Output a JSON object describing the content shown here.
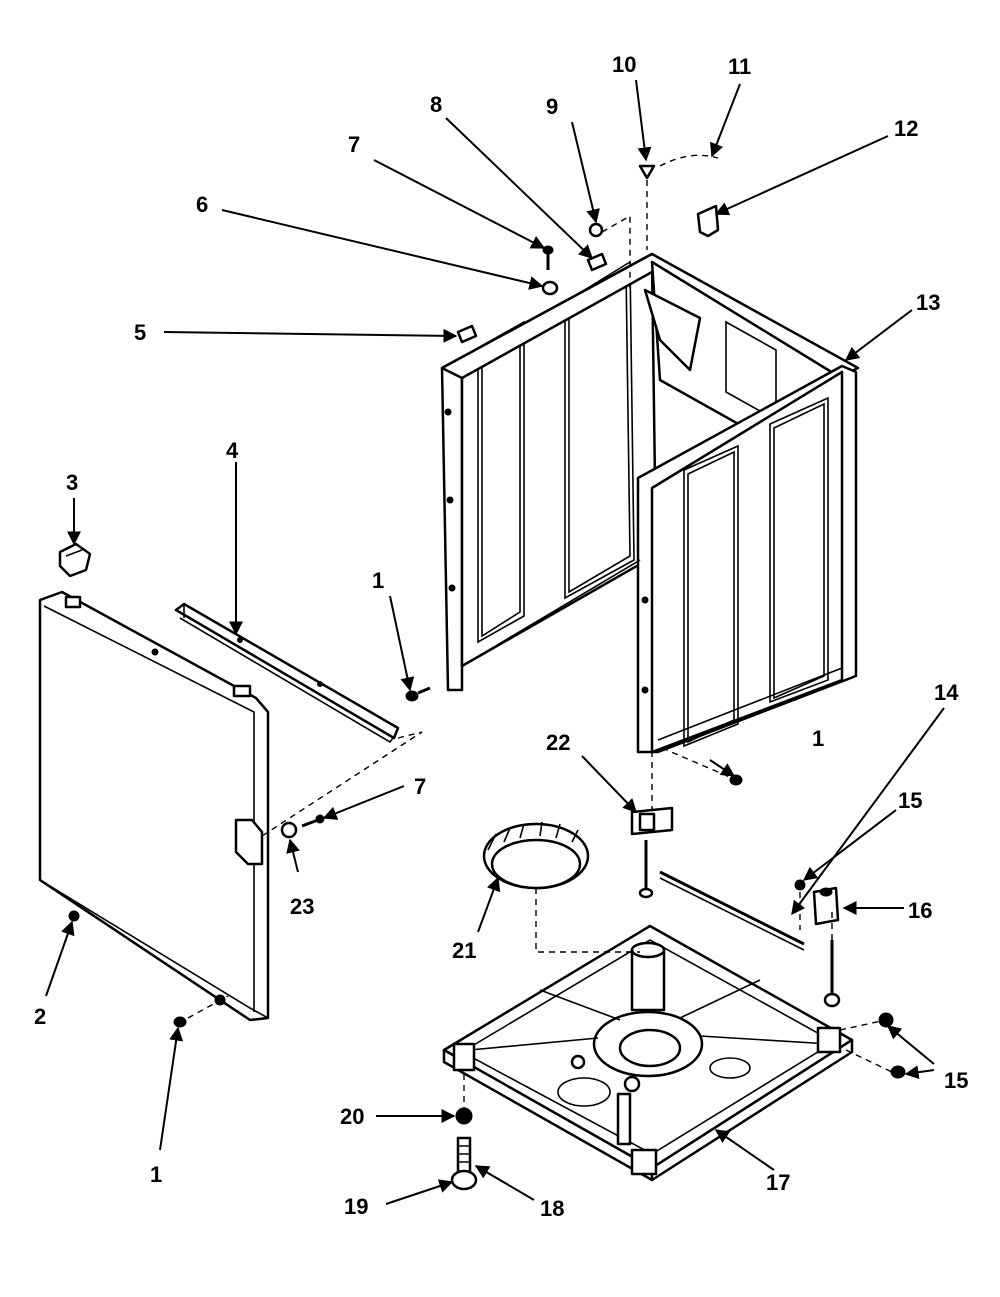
{
  "diagram": {
    "type": "exploded-parts-diagram",
    "colors": {
      "line": "#000000",
      "background": "#ffffff"
    },
    "callouts": [
      {
        "id": "c1a",
        "label": "1"
      },
      {
        "id": "c1b",
        "label": "1"
      },
      {
        "id": "c1c",
        "label": "1"
      },
      {
        "id": "c2",
        "label": "2"
      },
      {
        "id": "c3",
        "label": "3"
      },
      {
        "id": "c4",
        "label": "4"
      },
      {
        "id": "c5",
        "label": "5"
      },
      {
        "id": "c6",
        "label": "6"
      },
      {
        "id": "c7a",
        "label": "7"
      },
      {
        "id": "c7b",
        "label": "7"
      },
      {
        "id": "c8",
        "label": "8"
      },
      {
        "id": "c9",
        "label": "9"
      },
      {
        "id": "c10",
        "label": "10"
      },
      {
        "id": "c11",
        "label": "11"
      },
      {
        "id": "c12",
        "label": "12"
      },
      {
        "id": "c13",
        "label": "13"
      },
      {
        "id": "c14",
        "label": "14"
      },
      {
        "id": "c15a",
        "label": "15"
      },
      {
        "id": "c15b",
        "label": "15"
      },
      {
        "id": "c16",
        "label": "16"
      },
      {
        "id": "c17",
        "label": "17"
      },
      {
        "id": "c18",
        "label": "18"
      },
      {
        "id": "c19",
        "label": "19"
      },
      {
        "id": "c20",
        "label": "20"
      },
      {
        "id": "c21",
        "label": "21"
      },
      {
        "id": "c22",
        "label": "22"
      },
      {
        "id": "c23",
        "label": "23"
      }
    ]
  }
}
